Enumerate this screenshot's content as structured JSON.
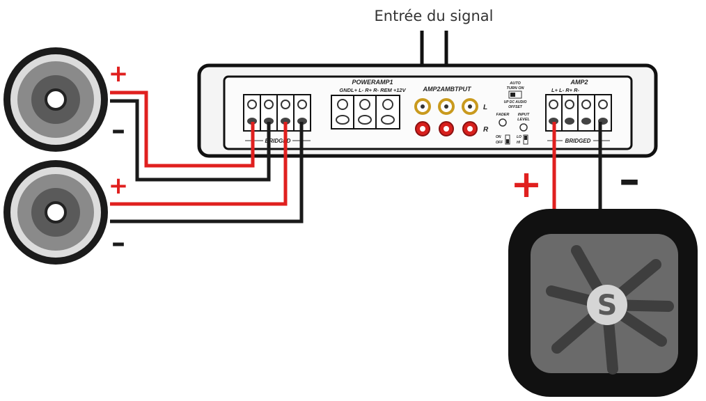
{
  "title": "Entrée du signal",
  "amp": {
    "section1_label": "POWERAMP1",
    "section1_terminals": "GNDL+ L- R+ R- REM +12V",
    "rca_label": "AMP2AMBTPUT",
    "rca_left": "L",
    "rca_right": "R",
    "switch_top_1": "AUTO",
    "switch_top_2": "TURN ON",
    "switch_opts": "UP  DC  AUDIO",
    "switch_bottom": "OFFSET",
    "fader_label": "FADER",
    "fader_on": "ON",
    "fader_off": "OFF",
    "input_label_1": "INPUT",
    "input_label_2": "LEVEL",
    "input_lo": "LO",
    "input_hi": "HI",
    "bridged_left": "BRIDGED",
    "section2_label": "AMP2",
    "section2_terminals": "L+ L- R+ R-",
    "bridged_right": "BRIDGED"
  },
  "speaker1": {
    "plus": "+",
    "minus": "–"
  },
  "speaker2": {
    "plus": "+",
    "minus": "–"
  },
  "subwoofer": {
    "plus": "+",
    "minus": "–",
    "logo": "S"
  },
  "colors": {
    "positive_wire": "#e0201f",
    "negative_wire": "#1a1a1a",
    "amp_body": "#f4f4f4"
  }
}
